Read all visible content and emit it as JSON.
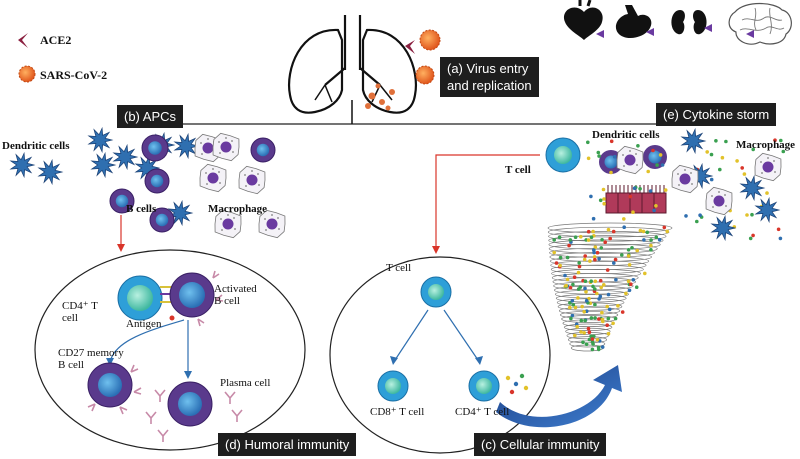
{
  "legend": {
    "ace2": "ACE2",
    "virus": "SARS-CoV-2"
  },
  "panels": {
    "a": {
      "line1": "(a) Virus entry",
      "line2": "and replication"
    },
    "b": "(b) APCs",
    "c": "(c) Cellular immunity",
    "d": "(d) Humoral immunity",
    "e": "(e) Cytokine storm"
  },
  "apc_labels": {
    "dendritic": "Dendritic cells",
    "bcells": "B cells",
    "macrophage": "Macrophage"
  },
  "humoral": {
    "cd4_line1": "CD4⁺ T",
    "cd4_line2": "cell",
    "activated_line1": "Activated",
    "activated_line2": "B cell",
    "antigen": "Antigen",
    "memory_line1": "CD27 memory",
    "memory_line2": "B cell",
    "plasma": "Plasma cell"
  },
  "cellular": {
    "tcell": "T cell",
    "cd8": "CD8⁺ T cell",
    "cd4": "CD4⁺ T cell"
  },
  "storm": {
    "tcell": "T cell",
    "dendritic": "Dendritic cells",
    "macrophage": "Macrophage"
  },
  "colors": {
    "dendritic": "#2f6fb0",
    "bcell_outer": "#5a3a8c",
    "bcell_inner": "#2e8bc9",
    "tcell_outer": "#2e9fd8",
    "tcell_inner": "#7fd3c0",
    "virus": "#f07a2a",
    "ace2": "#8b2040",
    "storm_arrow": "#2b63b5",
    "link_red": "#d9352a"
  }
}
